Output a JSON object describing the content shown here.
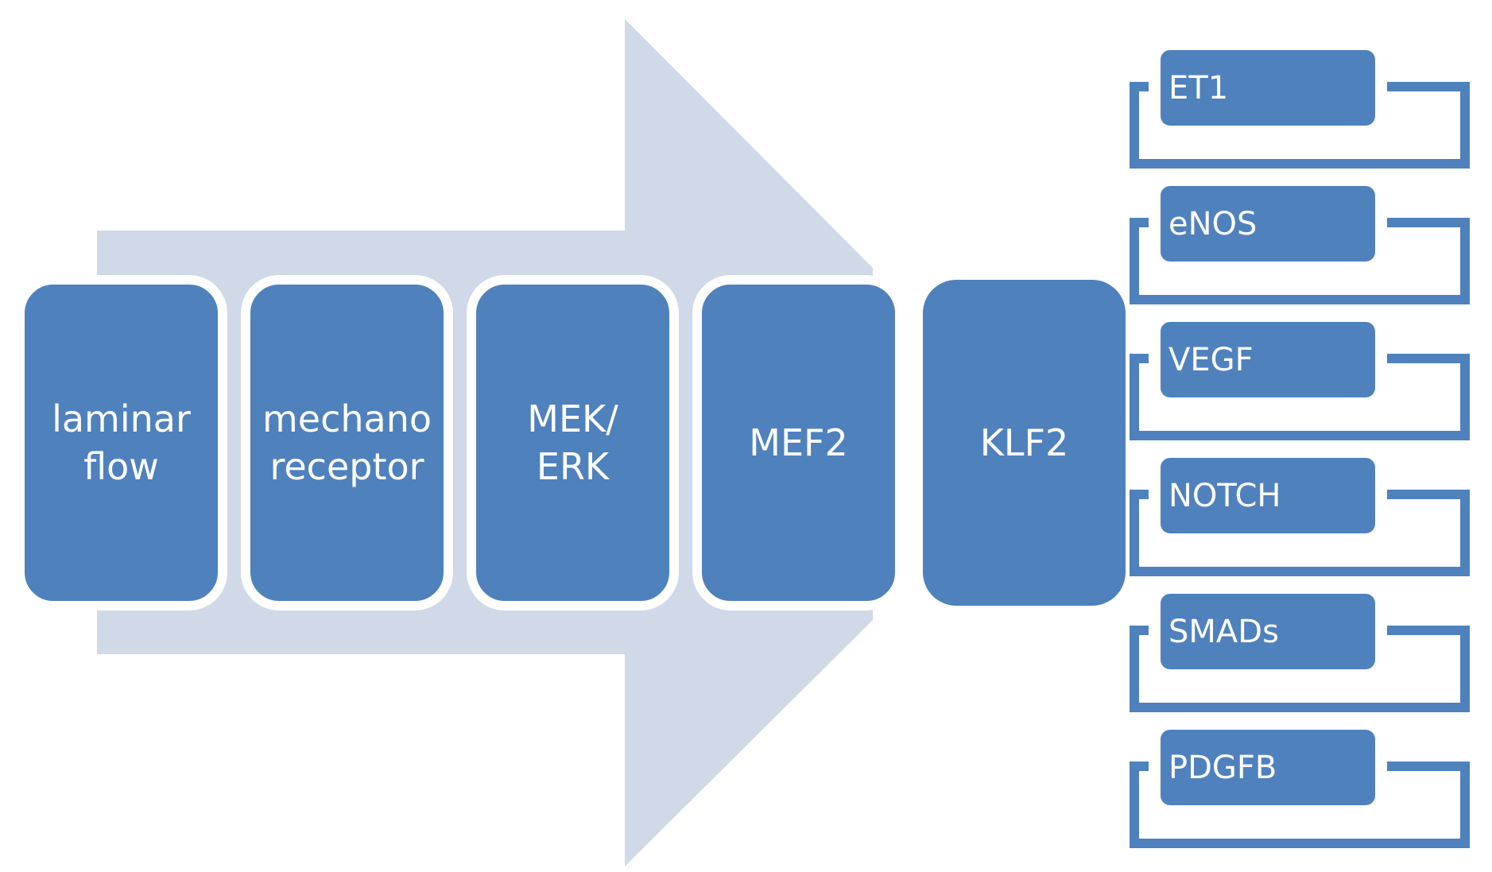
{
  "colors": {
    "node_fill": "#4f81bd",
    "node_outline": "#ffffff",
    "arrow_fill": "#d0d9e8",
    "bracket_stroke": "#4f81bd",
    "text": "#ffffff"
  },
  "pathway": [
    {
      "id": "laminar-flow",
      "lines": [
        "laminar",
        "flow"
      ]
    },
    {
      "id": "mechanoreceptor",
      "lines": [
        "mechano",
        "receptor"
      ]
    },
    {
      "id": "mek-erk",
      "lines": [
        "MEK/",
        "ERK"
      ]
    },
    {
      "id": "mef2",
      "lines": [
        "MEF2"
      ]
    },
    {
      "id": "klf2",
      "lines": [
        "KLF2"
      ]
    }
  ],
  "targets": [
    {
      "id": "et1",
      "label": "ET1"
    },
    {
      "id": "enos",
      "label": "eNOS"
    },
    {
      "id": "vegf",
      "label": "VEGF"
    },
    {
      "id": "notch",
      "label": "NOTCH"
    },
    {
      "id": "smads",
      "label": "SMADs"
    },
    {
      "id": "pdgfb",
      "label": "PDGFB"
    }
  ]
}
